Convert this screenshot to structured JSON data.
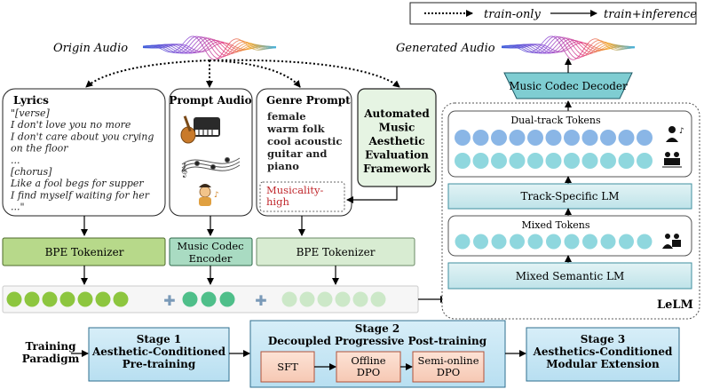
{
  "legend": {
    "train_only": "train-only",
    "train_inference": "train+inference"
  },
  "audio": {
    "origin": "Origin Audio",
    "generated": "Generated Audio"
  },
  "lyrics": {
    "title": "Lyrics",
    "lines": [
      "\"[verse]",
      "I don't love you no more",
      "I don't care about you crying",
      "on the floor",
      "...",
      "[chorus]",
      "Like a fool begs for supper",
      "I find myself waiting for her",
      "...\""
    ]
  },
  "prompt_audio": {
    "title": "Prompt Audio"
  },
  "genre": {
    "title": "Genre Prompt",
    "lines": [
      "female",
      "warm folk",
      "cool acoustic",
      "guitar and",
      "piano"
    ],
    "highlight": [
      "Musicality-",
      "high"
    ]
  },
  "amaef": {
    "lines": [
      "Automated",
      "Music",
      "Aesthetic",
      "Evaluation",
      "Framework"
    ]
  },
  "tokenizers": {
    "bpe_left": "BPE Tokenizer",
    "codec": [
      "Music Codec",
      "Encoder"
    ],
    "bpe_right": "BPE Tokenizer"
  },
  "lelm": {
    "name": "LeLM",
    "decoder": "Music Codec Decoder",
    "dual_tokens": "Dual-track Tokens",
    "track_lm": "Track-Specific LM",
    "mixed_tokens": "Mixed Tokens",
    "mixed_lm": "Mixed Semantic LM"
  },
  "training": {
    "label": [
      "Training",
      "Paradigm"
    ],
    "stage1": [
      "Stage 1",
      "Aesthetic-Conditioned",
      "Pre-training"
    ],
    "stage2": [
      "Stage 2",
      "Decoupled Progressive Post-training"
    ],
    "stage2_steps": [
      [
        "SFT"
      ],
      [
        "Offline",
        "DPO"
      ],
      [
        "Semi-online",
        "DPO"
      ]
    ],
    "stage3": [
      "Stage 3",
      "Aesthetics-Conditioned",
      "Modular Extension"
    ]
  },
  "colors": {
    "green_dark": "#8dc63f",
    "green_mid": "#4fbf8a",
    "green_light": "#cce8c8",
    "teal_box": "#cfe9ee",
    "teal_border": "#3f8f9f",
    "blue_token": "#8ab6e6",
    "cyan_token": "#8fd7de",
    "stage_box": "#bfe3f3",
    "salmon": "#f8d4c4"
  }
}
